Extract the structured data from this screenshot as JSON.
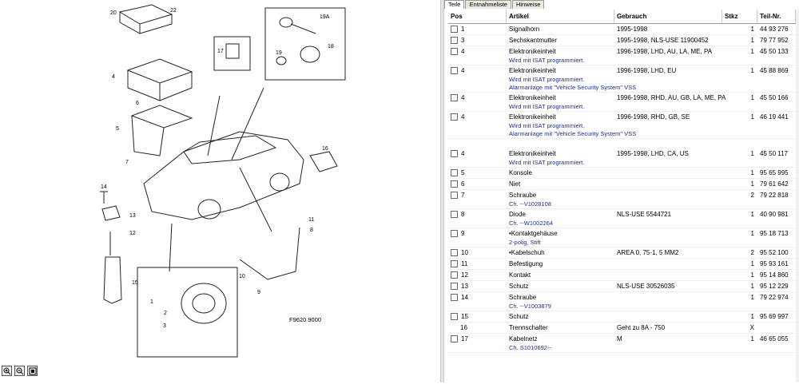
{
  "diagram": {
    "figure_code": "F9620 9000",
    "callouts": [
      "20",
      "22",
      "19A",
      "18",
      "19",
      "17",
      "4",
      "6",
      "5",
      "7",
      "16",
      "14",
      "13",
      "12",
      "15",
      "11",
      "8",
      "10",
      "9",
      "3",
      "2",
      "1"
    ]
  },
  "zoom_buttons": [
    {
      "name": "zoom-in-icon"
    },
    {
      "name": "zoom-out-icon"
    },
    {
      "name": "fit-page-icon"
    }
  ],
  "tabs": [
    "Teile",
    "Entnahmeliste",
    "Hinweise"
  ],
  "columns": {
    "pos": "Pos",
    "artikel": "Artikel",
    "gebrauch": "Gebrauch",
    "stkz": "Stkz",
    "teilnr": "Teil-Nr."
  },
  "parts": [
    {
      "pos": "1",
      "artikel": "Signalhorn",
      "gebrauch": "1995-1998",
      "stkz": "1",
      "teilnr": "44 93 276",
      "notes": [],
      "checkbox": true
    },
    {
      "pos": "3",
      "artikel": "Sechskantmutter",
      "gebrauch": "1995-1998, NLS-USE 11900452",
      "stkz": "1",
      "teilnr": "79 77 952",
      "notes": [],
      "checkbox": true
    },
    {
      "pos": "4",
      "artikel": "Elektronikeinheit",
      "gebrauch": "1996-1998, LHD, AU, LA, ME, PA",
      "stkz": "1",
      "teilnr": "45 50 133",
      "notes": [
        "Wird mit ISAT programmiert."
      ],
      "checkbox": true
    },
    {
      "pos": "4",
      "artikel": "Elektronikeinheit",
      "gebrauch": "1996-1998, LHD, EU",
      "stkz": "1",
      "teilnr": "45 88 869",
      "notes": [
        "Wird mit ISAT programmiert.",
        "Alarmanlage mit \"Vehicle Security System\" VSS"
      ],
      "checkbox": true
    },
    {
      "pos": "4",
      "artikel": "Elektronikeinheit",
      "gebrauch": "1996-1998, RHD, AU, GB, LA, ME, PA",
      "stkz": "1",
      "teilnr": "45 50 166",
      "notes": [
        "Wird mit ISAT programmiert."
      ],
      "checkbox": true
    },
    {
      "pos": "4",
      "artikel": "Elektronikeinheit",
      "gebrauch": "1996-1998, RHD, GB, SE",
      "stkz": "1",
      "teilnr": "46 19 441",
      "notes": [
        "Wird mit ISAT programmiert.",
        "Alarmanlage mit \"Vehicle Security System\" VSS"
      ],
      "checkbox": true
    },
    {
      "pos": "4",
      "artikel": "Elektronikeinheit",
      "gebrauch": "1995-1998, LHD, CA, US",
      "stkz": "1",
      "teilnr": "45 50 117",
      "notes": [
        "Wird mit ISAT programmiert."
      ],
      "checkbox": true,
      "gap_before": true
    },
    {
      "pos": "5",
      "artikel": "Konsole",
      "gebrauch": "",
      "stkz": "1",
      "teilnr": "95 65 995",
      "notes": [],
      "checkbox": true
    },
    {
      "pos": "6",
      "artikel": "Niet",
      "gebrauch": "",
      "stkz": "1",
      "teilnr": "79 61 642",
      "notes": [],
      "checkbox": true
    },
    {
      "pos": "7",
      "artikel": "Schraube",
      "gebrauch": "",
      "stkz": "2",
      "teilnr": "79 22 818",
      "notes": [
        "Ch. --V1028108"
      ],
      "checkbox": true
    },
    {
      "pos": "8",
      "artikel": "Diode",
      "gebrauch": "NLS-USE 5544721",
      "stkz": "1",
      "teilnr": "40 90 981",
      "notes": [
        "Ch. --W1002264"
      ],
      "checkbox": true
    },
    {
      "pos": "9",
      "artikel": "•Kontaktgehäuse",
      "gebrauch": "",
      "stkz": "1",
      "teilnr": "95 18 713",
      "notes": [
        "2-polig, Stift"
      ],
      "checkbox": true
    },
    {
      "pos": "10",
      "artikel": "•Kabelschuh",
      "gebrauch": "AREA 0, 75-1, 5 MM2",
      "stkz": "2",
      "teilnr": "95 52 100",
      "notes": [],
      "checkbox": true
    },
    {
      "pos": "11",
      "artikel": "Befestigung",
      "gebrauch": "",
      "stkz": "1",
      "teilnr": "95 93 161",
      "notes": [],
      "checkbox": true
    },
    {
      "pos": "12",
      "artikel": "Kontakt",
      "gebrauch": "",
      "stkz": "1",
      "teilnr": "95 14 860",
      "notes": [],
      "checkbox": true
    },
    {
      "pos": "13",
      "artikel": "Schutz",
      "gebrauch": "NLS-USE 30526035",
      "stkz": "1",
      "teilnr": "95 12 229",
      "notes": [],
      "checkbox": true
    },
    {
      "pos": "14",
      "artikel": "Schraube",
      "gebrauch": "",
      "stkz": "1",
      "teilnr": "79 22 974",
      "notes": [
        "Ch. --V1003879"
      ],
      "checkbox": true
    },
    {
      "pos": "15",
      "artikel": "Schutz",
      "gebrauch": "",
      "stkz": "1",
      "teilnr": "95 69 997",
      "notes": [],
      "checkbox": true
    },
    {
      "pos": "16",
      "artikel": "Trennschalter",
      "gebrauch": "Geht zu 8A - 750",
      "stkz": "X",
      "teilnr": "",
      "notes": [],
      "checkbox": false
    },
    {
      "pos": "17",
      "artikel": "Kabelnetz",
      "gebrauch": "M",
      "stkz": "1",
      "teilnr": "46 65 055",
      "notes": [
        "Ch. S1010692--"
      ],
      "checkbox": true
    }
  ]
}
